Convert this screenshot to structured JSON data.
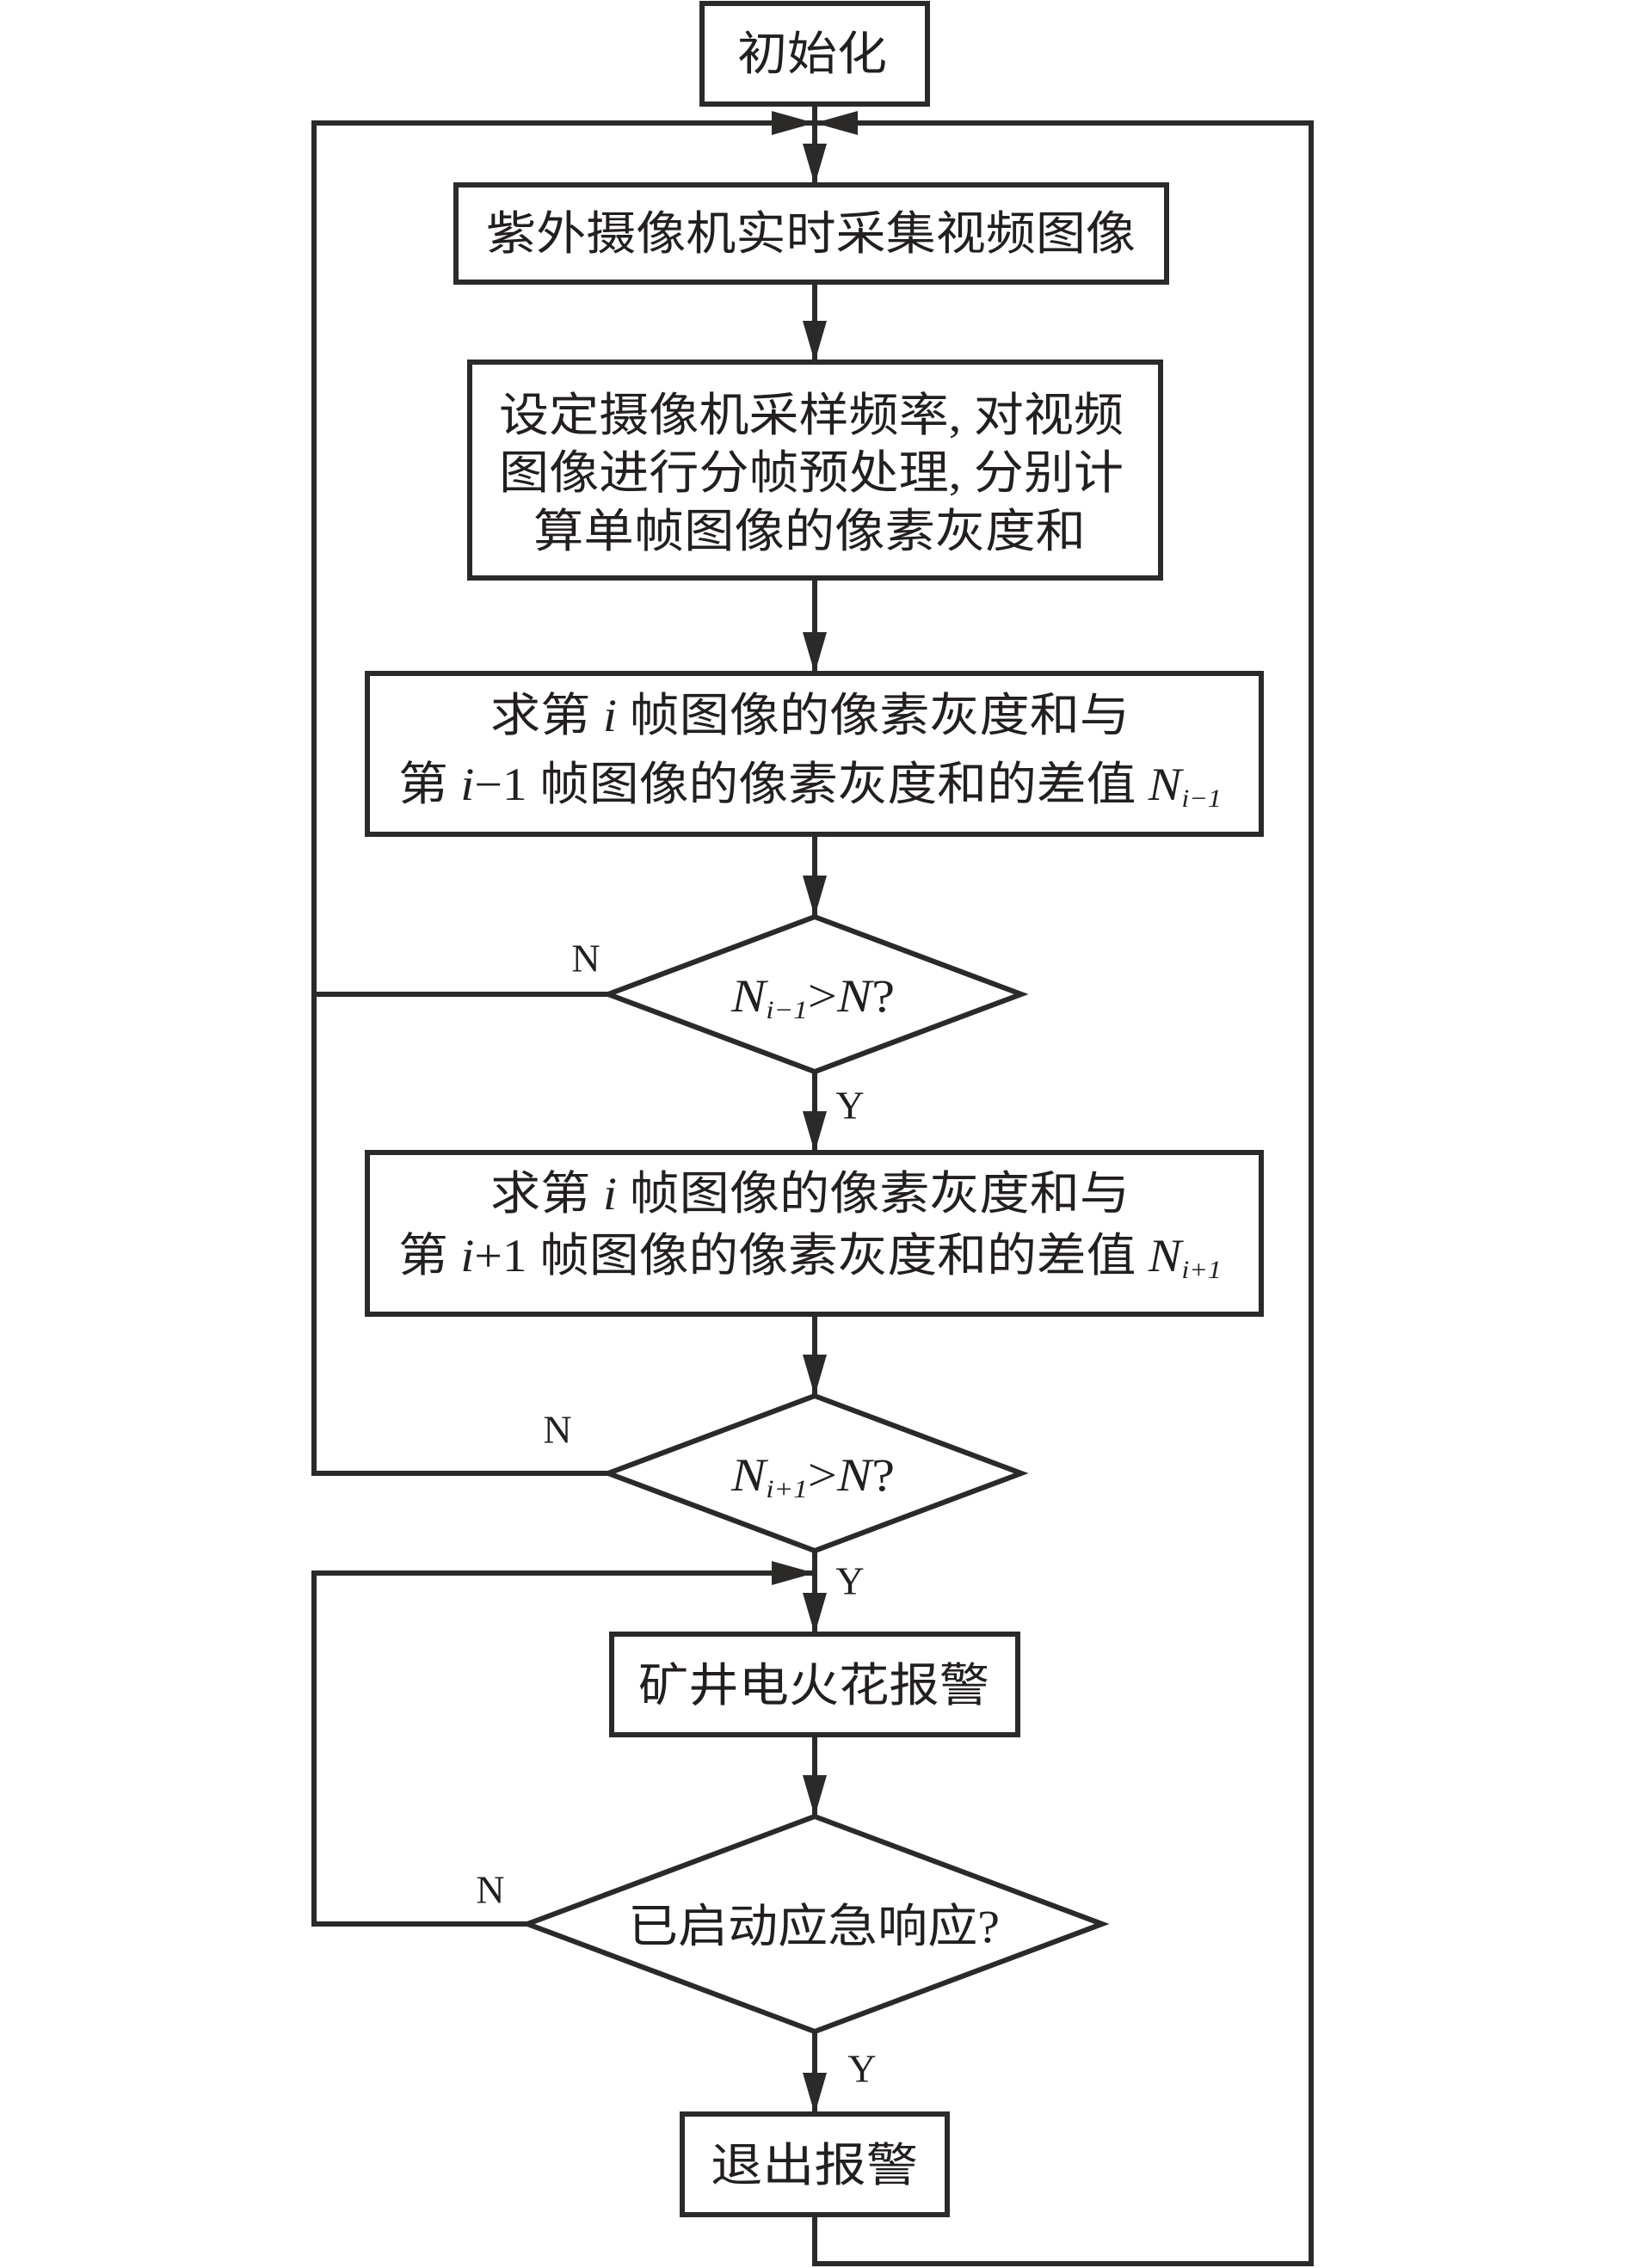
{
  "diagram": {
    "type": "flowchart",
    "nodes": [
      {
        "id": "init",
        "kind": "process",
        "lines": [
          [
            {
              "t": "初始化"
            }
          ]
        ]
      },
      {
        "id": "capture",
        "kind": "process",
        "lines": [
          [
            {
              "t": "紫外摄像机实时采集视频图像"
            }
          ]
        ]
      },
      {
        "id": "preprocess",
        "kind": "process",
        "lines": [
          [
            {
              "t": "设定摄像机采样频率, 对视频"
            }
          ],
          [
            {
              "t": "图像进行分帧预处理, 分别计"
            }
          ],
          [
            {
              "t": "算单帧图像的像素灰度和"
            }
          ]
        ]
      },
      {
        "id": "diff-prev",
        "kind": "process",
        "lines": [
          [
            {
              "t": "求第 "
            },
            {
              "t": "i",
              "italic": true
            },
            {
              "t": " 帧图像的像素灰度和与"
            }
          ],
          [
            {
              "t": "第 "
            },
            {
              "t": "i",
              "italic": true
            },
            {
              "t": "−1 帧图像的像素灰度和的差值 "
            },
            {
              "t": "N",
              "italic": true
            },
            {
              "t": "i−1",
              "italic": true,
              "sub": true
            }
          ]
        ]
      },
      {
        "id": "check-prev",
        "kind": "decision",
        "lines": [
          [
            {
              "t": "N",
              "italic": true
            },
            {
              "t": "i−1",
              "italic": true,
              "sub": true
            },
            {
              "t": ">"
            },
            {
              "t": "N",
              "italic": true
            },
            {
              "t": "?"
            }
          ]
        ]
      },
      {
        "id": "diff-next",
        "kind": "process",
        "lines": [
          [
            {
              "t": "求第 "
            },
            {
              "t": "i",
              "italic": true
            },
            {
              "t": " 帧图像的像素灰度和与"
            }
          ],
          [
            {
              "t": "第 "
            },
            {
              "t": "i",
              "italic": true
            },
            {
              "t": "+1 帧图像的像素灰度和的差值 "
            },
            {
              "t": "N",
              "italic": true
            },
            {
              "t": "i+1",
              "italic": true,
              "sub": true
            }
          ]
        ]
      },
      {
        "id": "check-next",
        "kind": "decision",
        "lines": [
          [
            {
              "t": "N",
              "italic": true
            },
            {
              "t": "i+1",
              "italic": true,
              "sub": true
            },
            {
              "t": ">"
            },
            {
              "t": "N",
              "italic": true
            },
            {
              "t": "?"
            }
          ]
        ]
      },
      {
        "id": "alarm",
        "kind": "process",
        "lines": [
          [
            {
              "t": "矿井电火花报警"
            }
          ]
        ]
      },
      {
        "id": "check-response",
        "kind": "decision",
        "lines": [
          [
            {
              "t": "已启动应急响应?"
            }
          ]
        ]
      },
      {
        "id": "exit-alarm",
        "kind": "process",
        "lines": [
          [
            {
              "t": "退出报警"
            }
          ]
        ]
      }
    ],
    "edges": [
      {
        "from": "init",
        "to": "capture",
        "label": ""
      },
      {
        "from": "capture",
        "to": "preprocess",
        "label": ""
      },
      {
        "from": "preprocess",
        "to": "diff-prev",
        "label": ""
      },
      {
        "from": "diff-prev",
        "to": "check-prev",
        "label": ""
      },
      {
        "from": "check-prev",
        "to": "diff-next",
        "label": "Y"
      },
      {
        "from": "check-prev",
        "to": "capture",
        "label": "N"
      },
      {
        "from": "diff-next",
        "to": "check-next",
        "label": ""
      },
      {
        "from": "check-next",
        "to": "alarm",
        "label": "Y"
      },
      {
        "from": "check-next",
        "to": "capture",
        "label": "N"
      },
      {
        "from": "alarm",
        "to": "check-response",
        "label": ""
      },
      {
        "from": "check-response",
        "to": "exit-alarm",
        "label": "Y"
      },
      {
        "from": "check-response",
        "to": "alarm",
        "label": "N"
      },
      {
        "from": "exit-alarm",
        "to": "capture",
        "label": ""
      }
    ],
    "branch_labels": {
      "yes": "Y",
      "no": "N"
    }
  }
}
